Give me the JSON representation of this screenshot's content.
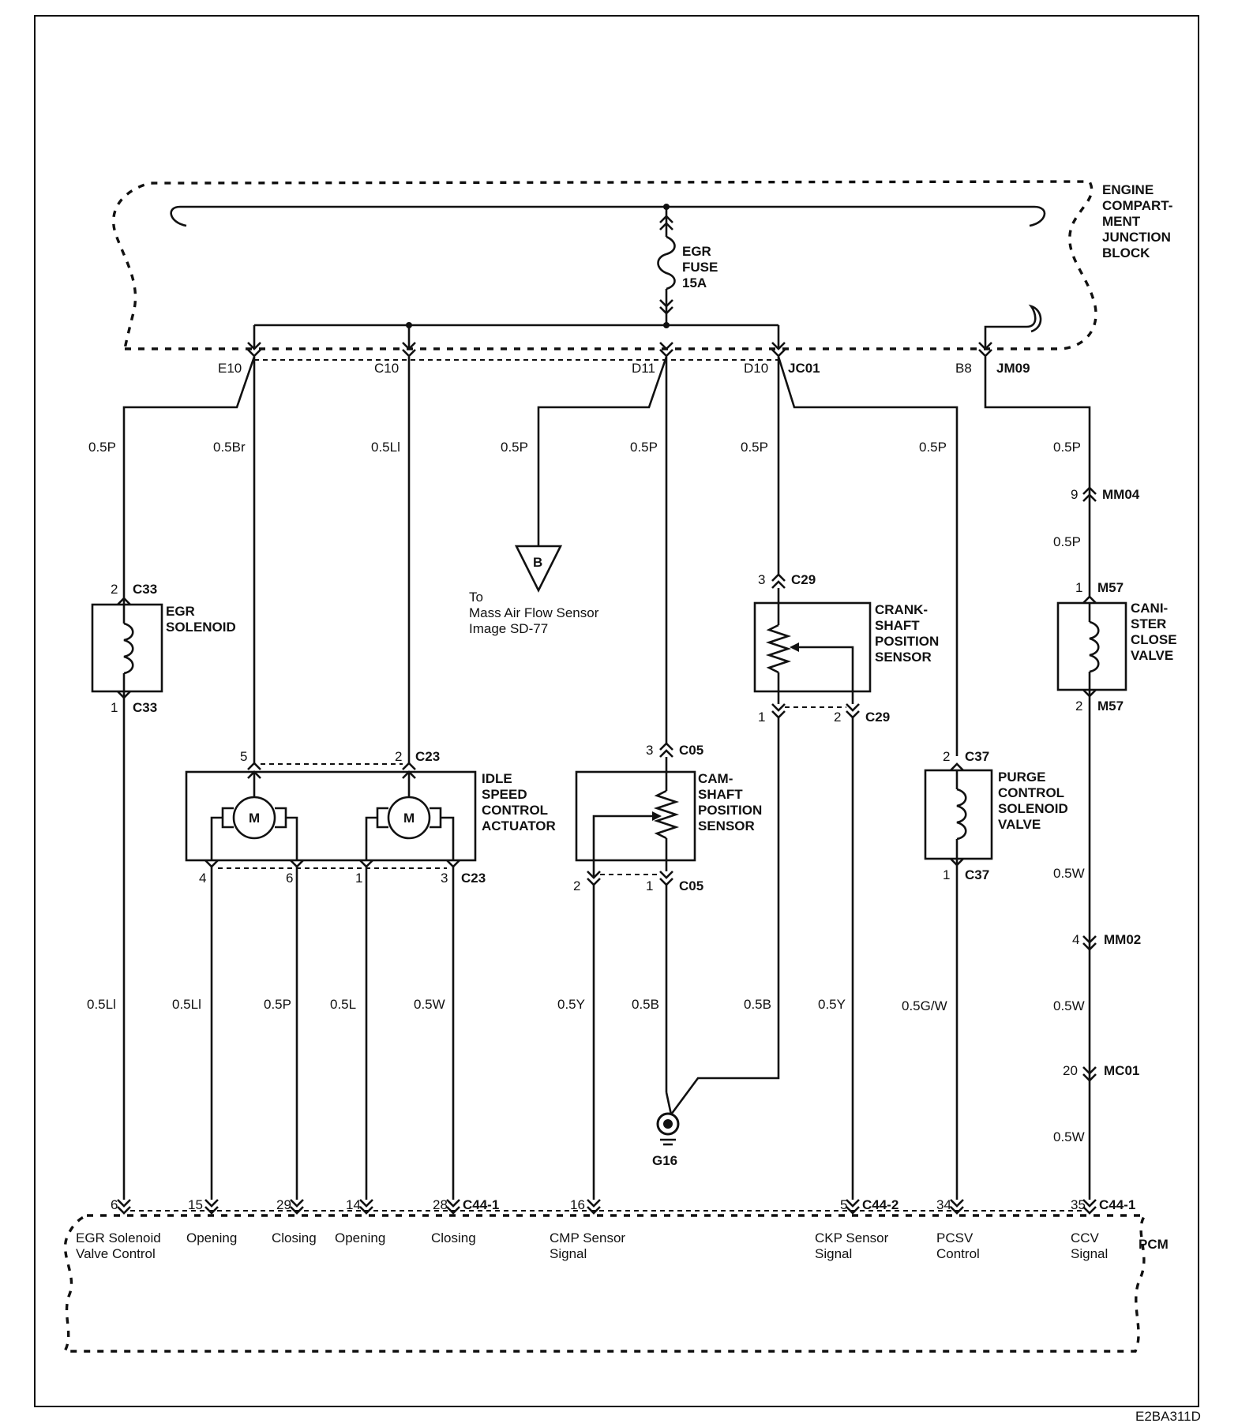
{
  "junction_block": {
    "label_lines": [
      "ENGINE",
      "COMPART-",
      "MENT",
      "JUNCTION",
      "BLOCK"
    ],
    "fuse_lines": [
      "EGR",
      "FUSE",
      "15A"
    ],
    "connectors": [
      "E10",
      "C10",
      "D11",
      "D10",
      "JC01",
      "B8",
      "JM09"
    ]
  },
  "wires": {
    "egr_sol_top": "0.5P",
    "isc_5": "0.5Br",
    "isc_2": "0.5Ll",
    "to_b": "0.5P",
    "d11": "0.5P",
    "ckp_feed": "0.5P",
    "purge_feed": "0.5P",
    "b8_feed": "0.5P",
    "mm04_to_m57": "0.5P",
    "egr_sol_bottom": "0.5Ll",
    "isc_4": "0.5Ll",
    "isc_6": "0.5P",
    "isc_1": "0.5L",
    "isc_3": "0.5W",
    "cmp_signal": "0.5Y",
    "cmp_ground": "0.5B",
    "ckp_ground": "0.5B",
    "ckp_signal": "0.5Y",
    "pcsv": "0.5G/W",
    "m57_to_mm02": "0.5W",
    "mm02_to_mc01": "0.5W",
    "mc01_to_pcm": "0.5W"
  },
  "components": {
    "egr_solenoid": {
      "lines": [
        "EGR",
        "SOLENOID"
      ],
      "conn": "C33",
      "pin_top": "2",
      "pin_bottom": "1"
    },
    "isc": {
      "lines": [
        "IDLE",
        "SPEED",
        "CONTROL",
        "ACTUATOR"
      ],
      "conn": "C23",
      "motor": "M",
      "pins": [
        "5",
        "2",
        "4",
        "6",
        "1",
        "3"
      ]
    },
    "cmp": {
      "lines": [
        "CAM-",
        "SHAFT",
        "POSITION",
        "SENSOR"
      ],
      "conn": "C05",
      "pin_top": "3",
      "pin_sig": "2",
      "pin_gnd": "1"
    },
    "ckp": {
      "lines": [
        "CRANK-",
        "SHAFT",
        "POSITION",
        "SENSOR"
      ],
      "conn": "C29",
      "pin_top": "3",
      "pin_gnd": "1",
      "pin_sig": "2"
    },
    "purge": {
      "lines": [
        "PURGE",
        "CONTROL",
        "SOLENOID",
        "VALVE"
      ],
      "conn": "C37",
      "pin_top": "2",
      "pin_bottom": "1"
    },
    "canister": {
      "lines": [
        "CANI-",
        "STER",
        "CLOSE",
        "VALVE"
      ],
      "conn": "M57",
      "pin_top": "1",
      "pin_bottom": "2"
    }
  },
  "inline_connectors": {
    "mm04": {
      "name": "MM04",
      "pin": "9"
    },
    "mm02": {
      "name": "MM02",
      "pin": "4"
    },
    "mc01": {
      "name": "MC01",
      "pin": "20"
    }
  },
  "offpage": {
    "symbol": "B",
    "lines": [
      "To",
      "Mass Air Flow Sensor",
      "Image SD-77"
    ]
  },
  "ground": {
    "name": "G16"
  },
  "pcm": {
    "label": "PCM",
    "pins": [
      "6",
      "15",
      "29",
      "14",
      "28",
      "16",
      "5",
      "34",
      "35"
    ],
    "conn_a": "C44-1",
    "conn_b": "C44-2",
    "conn_c": "C44-1",
    "signals": {
      "egr": [
        "EGR Solenoid",
        "Valve Control"
      ],
      "open1": "Opening",
      "close1": "Closing",
      "open2": "Opening",
      "close2": "Closing",
      "cmp": [
        "CMP Sensor",
        "Signal"
      ],
      "ckp": [
        "CKP Sensor",
        "Signal"
      ],
      "pcsv": [
        "PCSV",
        "Control"
      ],
      "ccv": [
        "CCV",
        "Signal"
      ]
    }
  },
  "image_code": "E2BA311D"
}
